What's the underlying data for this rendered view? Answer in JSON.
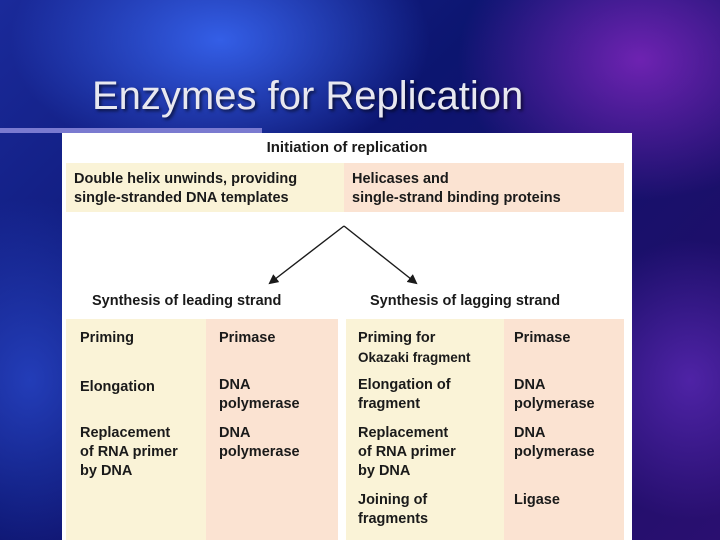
{
  "slide": {
    "title": "Enzymes for Replication"
  },
  "figure": {
    "heading": "Initiation of replication",
    "initiation": {
      "process_line1": "Double helix unwinds, providing",
      "process_line2": "single-stranded DNA templates",
      "enzyme_line1_bold": "Helicases",
      "enzyme_line1_rest": " and",
      "enzyme_line2": "single-strand binding proteins"
    },
    "leading": {
      "heading": "Synthesis of leading strand",
      "rows": [
        {
          "process": [
            "Priming"
          ],
          "enzyme": [
            "Primase"
          ]
        },
        {
          "process": [
            "Elongation"
          ],
          "enzyme": [
            "DNA",
            "polymerase"
          ]
        },
        {
          "process": [
            "Replacement",
            "of RNA primer",
            "by DNA"
          ],
          "enzyme": [
            "DNA",
            "polymerase"
          ]
        }
      ]
    },
    "lagging": {
      "heading": "Synthesis of lagging strand",
      "rows": [
        {
          "process": [
            "Priming for",
            "Okazaki fragment"
          ],
          "enzyme": [
            "Primase"
          ]
        },
        {
          "process": [
            "Elongation of",
            "fragment"
          ],
          "enzyme": [
            "DNA",
            "polymerase"
          ]
        },
        {
          "process": [
            "Replacement",
            "of RNA primer",
            "by DNA"
          ],
          "enzyme": [
            "DNA",
            "polymerase"
          ]
        },
        {
          "process": [
            "Joining of",
            "fragments"
          ],
          "enzyme": [
            "Ligase"
          ]
        }
      ]
    }
  },
  "colors": {
    "process_bg": "#faf3d7",
    "enzyme_bg": "#fbe3d2",
    "title_text": "#e8e8f0"
  }
}
